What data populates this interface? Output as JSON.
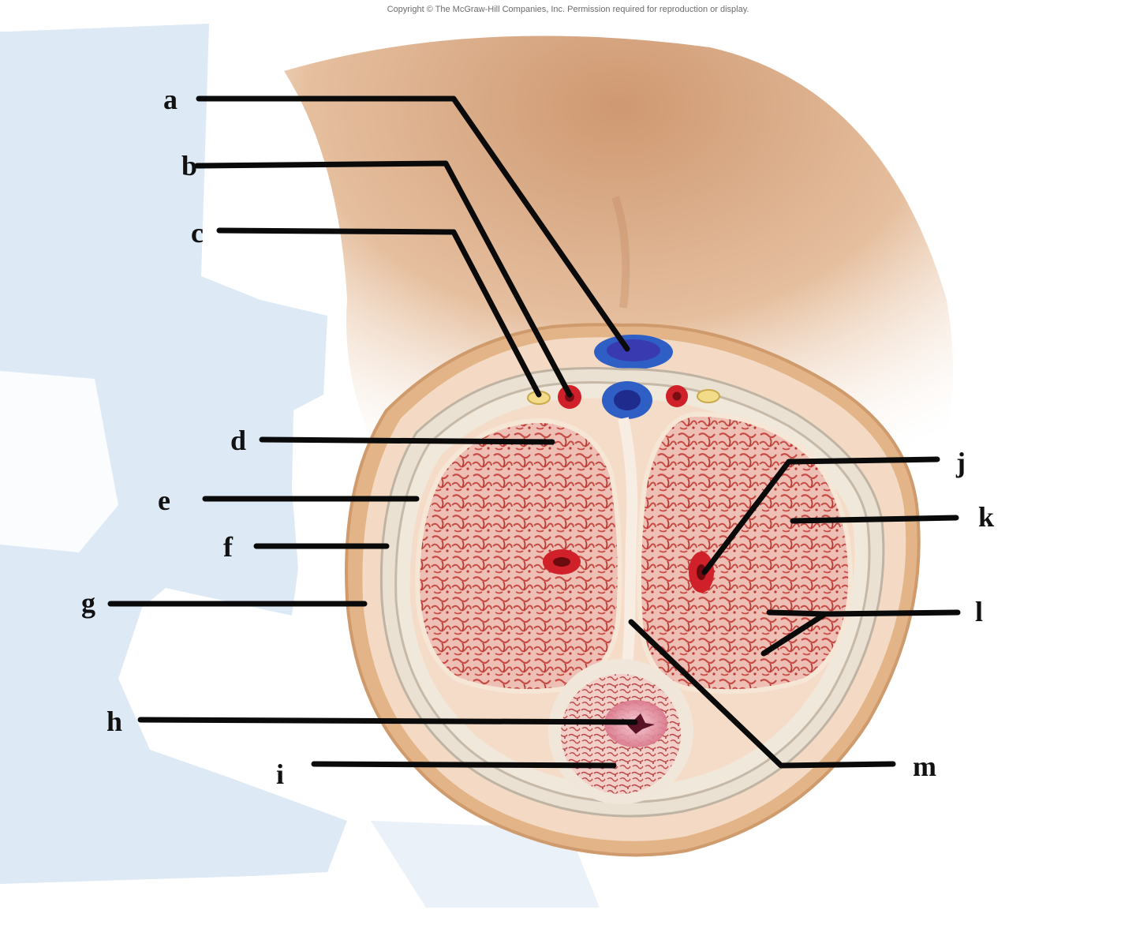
{
  "copyright": "Copyright © The McGraw-Hill Companies, Inc. Permission required for reproduction or display.",
  "labels": {
    "a": "a",
    "b": "b",
    "c": "c",
    "d": "d",
    "e": "e",
    "f": "f",
    "g": "g",
    "h": "h",
    "i": "i",
    "j": "j",
    "k": "k",
    "l": "l",
    "m": "m"
  },
  "colors": {
    "skin": "#e7b889",
    "skin_shadow": "#d9a06e",
    "fascia": "#f3dcc6",
    "tunica": "#ece2d4",
    "erectile": "#eab3a8",
    "erectile_texture": "#c64b45",
    "vein": "#2f5fc4",
    "artery": "#d0202a",
    "nerve": "#f0d16a",
    "urethra": "#eaa5b3",
    "background_blue": "#dce8f4"
  }
}
